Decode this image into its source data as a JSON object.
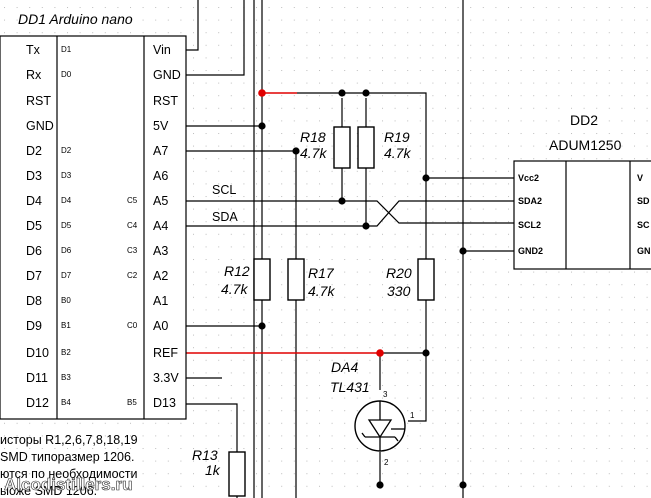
{
  "dd1": {
    "title": "DD1 Arduino nano",
    "left_pins": [
      "Tx",
      "Rx",
      "RST",
      "GND",
      "D2",
      "D3",
      "D4",
      "D5",
      "D6",
      "D7",
      "D8",
      "D9",
      "D10",
      "D11",
      "D12"
    ],
    "left_sub": [
      "D1",
      "D0",
      "",
      "",
      "D2",
      "D3",
      "D4",
      "D5",
      "D6",
      "D7",
      "B0",
      "B1",
      "B2",
      "B3",
      "B4"
    ],
    "right_pins": [
      "Vin",
      "GND",
      "RST",
      "5V",
      "A7",
      "A6",
      "A5",
      "A4",
      "A3",
      "A2",
      "A1",
      "A0",
      "REF",
      "3.3V",
      "D13"
    ],
    "right_sub": [
      "",
      "",
      "",
      "",
      "",
      "",
      "C5",
      "C4",
      "C3",
      "C2",
      "",
      "C0",
      "",
      "",
      "B5"
    ]
  },
  "dd2": {
    "designator": "DD2",
    "model": "ADUM1250",
    "pins": [
      "Vcc2",
      "SDA2",
      "SCL2",
      "GND2"
    ],
    "right_pins_partial": [
      "V",
      "SD",
      "SC",
      "GN"
    ]
  },
  "signals": {
    "scl": "SCL",
    "sda": "SDA"
  },
  "resistors": [
    {
      "ref": "R18",
      "value": "4.7k"
    },
    {
      "ref": "R19",
      "value": "4.7k"
    },
    {
      "ref": "R12",
      "value": "4.7k"
    },
    {
      "ref": "R17",
      "value": "4.7k"
    },
    {
      "ref": "R20",
      "value": "330"
    },
    {
      "ref": "R13",
      "value": "1k"
    }
  ],
  "da4": {
    "ref": "DA4",
    "model": "TL431",
    "pin_top": "3",
    "pin_right": "1",
    "pin_bottom": "2"
  },
  "notes": [
    "исторы R1,2,6,7,8,18,19",
    "SMD типоразмер 1206.",
    "ются по необходимости",
    "ыоже SMD 1206."
  ],
  "watermark": "Alcodistillers.ru",
  "colors": {
    "wire": "#000000",
    "highlight": "#e00000",
    "grid": "#c8c8c8"
  }
}
